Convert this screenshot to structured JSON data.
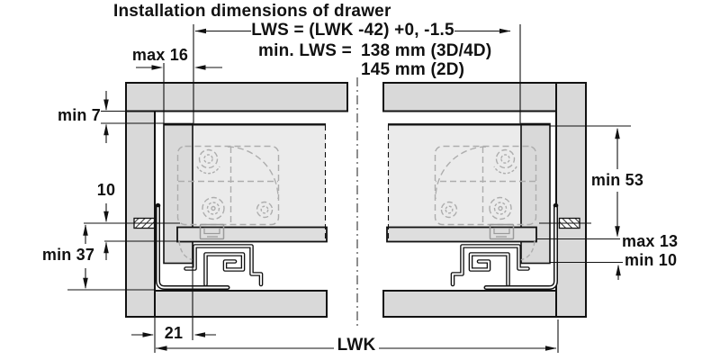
{
  "title": "Installation dimensions of drawer",
  "dims": {
    "lws_formula": "LWS = (LWK -42) +0, -1.5",
    "min_lws_label": "min. LWS =",
    "min_lws_value1": "138 mm (3D/4D)",
    "min_lws_value2": "145 mm (2D)",
    "max16": "max 16",
    "min7": "min 7",
    "ten": "10",
    "min37": "min 37",
    "twentyone": "21",
    "lwk": "LWK",
    "min53": "min 53",
    "max13": "max 13",
    "min10": "min 10"
  },
  "colors": {
    "line": "#111111",
    "panel_gray": "#d9d9d9",
    "drawer_interior_gray": "#ebebeb",
    "bottom_bar_gray": "#dedede",
    "mechanism_dashed_gray": "#adadad",
    "background": "#ffffff"
  }
}
